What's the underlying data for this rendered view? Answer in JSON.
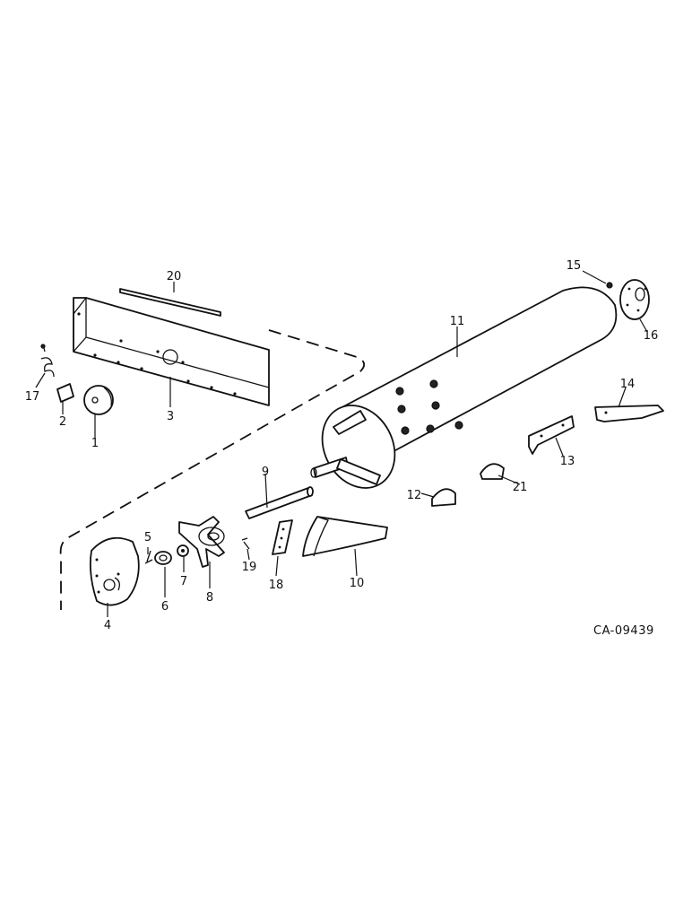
{
  "diagram": {
    "drawing_code": "CA-09439",
    "callouts": [
      "1",
      "2",
      "3",
      "4",
      "5",
      "6",
      "7",
      "8",
      "9",
      "10",
      "11",
      "12",
      "13",
      "14",
      "15",
      "16",
      "17",
      "18",
      "19",
      "20",
      "21"
    ]
  }
}
